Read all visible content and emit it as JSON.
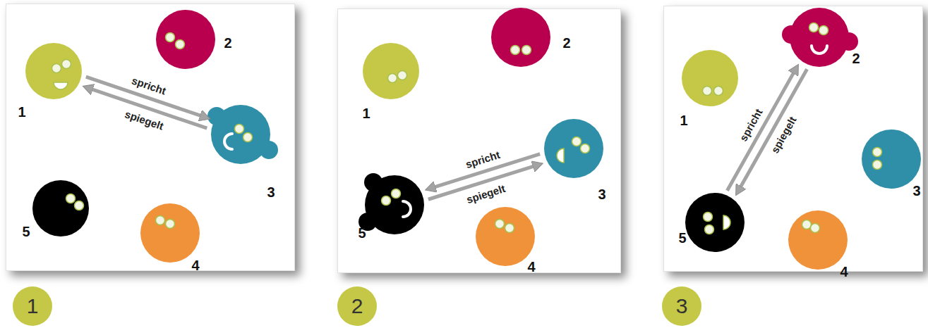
{
  "diagram": {
    "nodes": [
      {
        "text": [
          "1"
        ]
      },
      {
        "text": [
          "1"
        ],
        "in": 0
      },
      {
        "text": [
          "2"
        ],
        "in": 0
      },
      {
        "text": [
          "3"
        ],
        "in": 0
      },
      {
        "text": [
          "4"
        ],
        "in": 0
      },
      {
        "text": [
          "5"
        ],
        "in": 0
      },
      {
        "text": [
          "2"
        ]
      },
      {
        "text": [
          "1"
        ],
        "in": 6
      },
      {
        "text": [
          "2"
        ],
        "in": 6
      },
      {
        "text": [
          "3"
        ],
        "in": 6
      },
      {
        "text": [
          "4"
        ],
        "in": 6
      },
      {
        "text": [
          "5"
        ],
        "in": 6
      },
      {
        "text": [
          "3"
        ]
      },
      {
        "text": [
          "1"
        ],
        "in": 12
      },
      {
        "text": [
          "2"
        ],
        "in": 12
      },
      {
        "text": [
          "3"
        ],
        "in": 12
      },
      {
        "text": [
          "4"
        ],
        "in": 12
      },
      {
        "text": [
          "5"
        ],
        "in": 12
      }
    ],
    "edges": [
      {
        "from": 1,
        "to": 3,
        "arrow": "to",
        "label": "spricht"
      },
      {
        "from": 3,
        "to": 1,
        "arrow": "to",
        "label": "spiegelt"
      },
      {
        "from": 9,
        "to": 11,
        "arrow": "to",
        "label": "spricht"
      },
      {
        "from": 11,
        "to": 9,
        "arrow": "to",
        "label": "spiegelt"
      },
      {
        "from": 17,
        "to": 14,
        "arrow": "to",
        "label": "spricht"
      },
      {
        "from": 14,
        "to": 17,
        "arrow": "to",
        "label": "spiegelt"
      }
    ]
  }
}
